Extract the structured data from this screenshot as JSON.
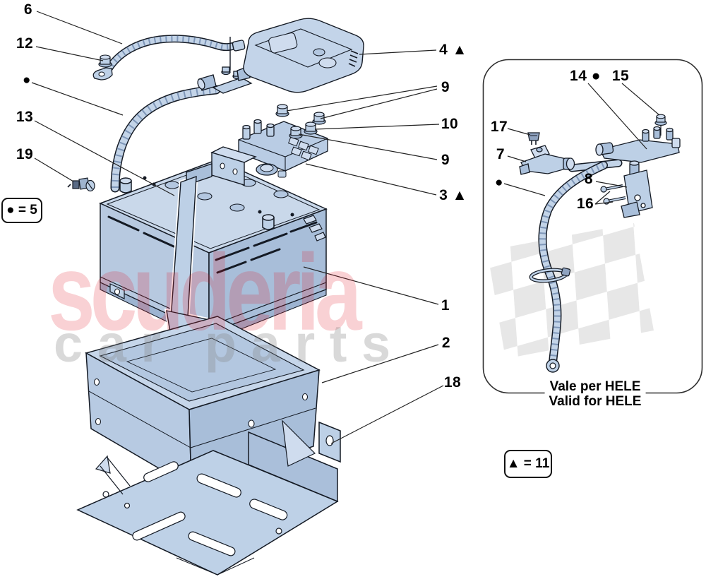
{
  "watermark": {
    "title": "scuderia",
    "subtitle": "c a r   p a r t s"
  },
  "callouts": {
    "left": [
      {
        "id": "6",
        "label": "6"
      },
      {
        "id": "12",
        "label": "12"
      },
      {
        "id": "dot-a",
        "label": "●"
      },
      {
        "id": "13",
        "label": "13"
      },
      {
        "id": "19",
        "label": "19"
      }
    ],
    "right": [
      {
        "id": "4",
        "label": "4 ▲"
      },
      {
        "id": "9a",
        "label": "9"
      },
      {
        "id": "10",
        "label": "10"
      },
      {
        "id": "9b",
        "label": "9"
      },
      {
        "id": "3",
        "label": "3 ▲"
      },
      {
        "id": "1",
        "label": "1"
      },
      {
        "id": "2",
        "label": "2"
      },
      {
        "id": "18",
        "label": "18"
      }
    ],
    "panel": [
      {
        "id": "14",
        "label": "14 ●"
      },
      {
        "id": "15",
        "label": "15"
      },
      {
        "id": "17",
        "label": "17"
      },
      {
        "id": "7",
        "label": "7"
      },
      {
        "id": "dot-b",
        "label": "●"
      },
      {
        "id": "8",
        "label": "8"
      },
      {
        "id": "16",
        "label": "16"
      }
    ]
  },
  "legend": {
    "dot_equals": "● = 5",
    "triangle_equals": "▲ = 11"
  },
  "panel": {
    "caption_line1": "Vale per HELE",
    "caption_line2": "Valid for HELE"
  },
  "colors": {
    "part_fill": "#bdd0e6",
    "part_fill_light": "#cfdcee",
    "part_fill_dark": "#a9bfda",
    "outline": "#141a24",
    "leader": "#222222",
    "checker_gray": "#e7e7e7",
    "watermark_red": "#e01a26",
    "watermark_gray": "#828282",
    "panel_border": "#2f2f2f"
  }
}
